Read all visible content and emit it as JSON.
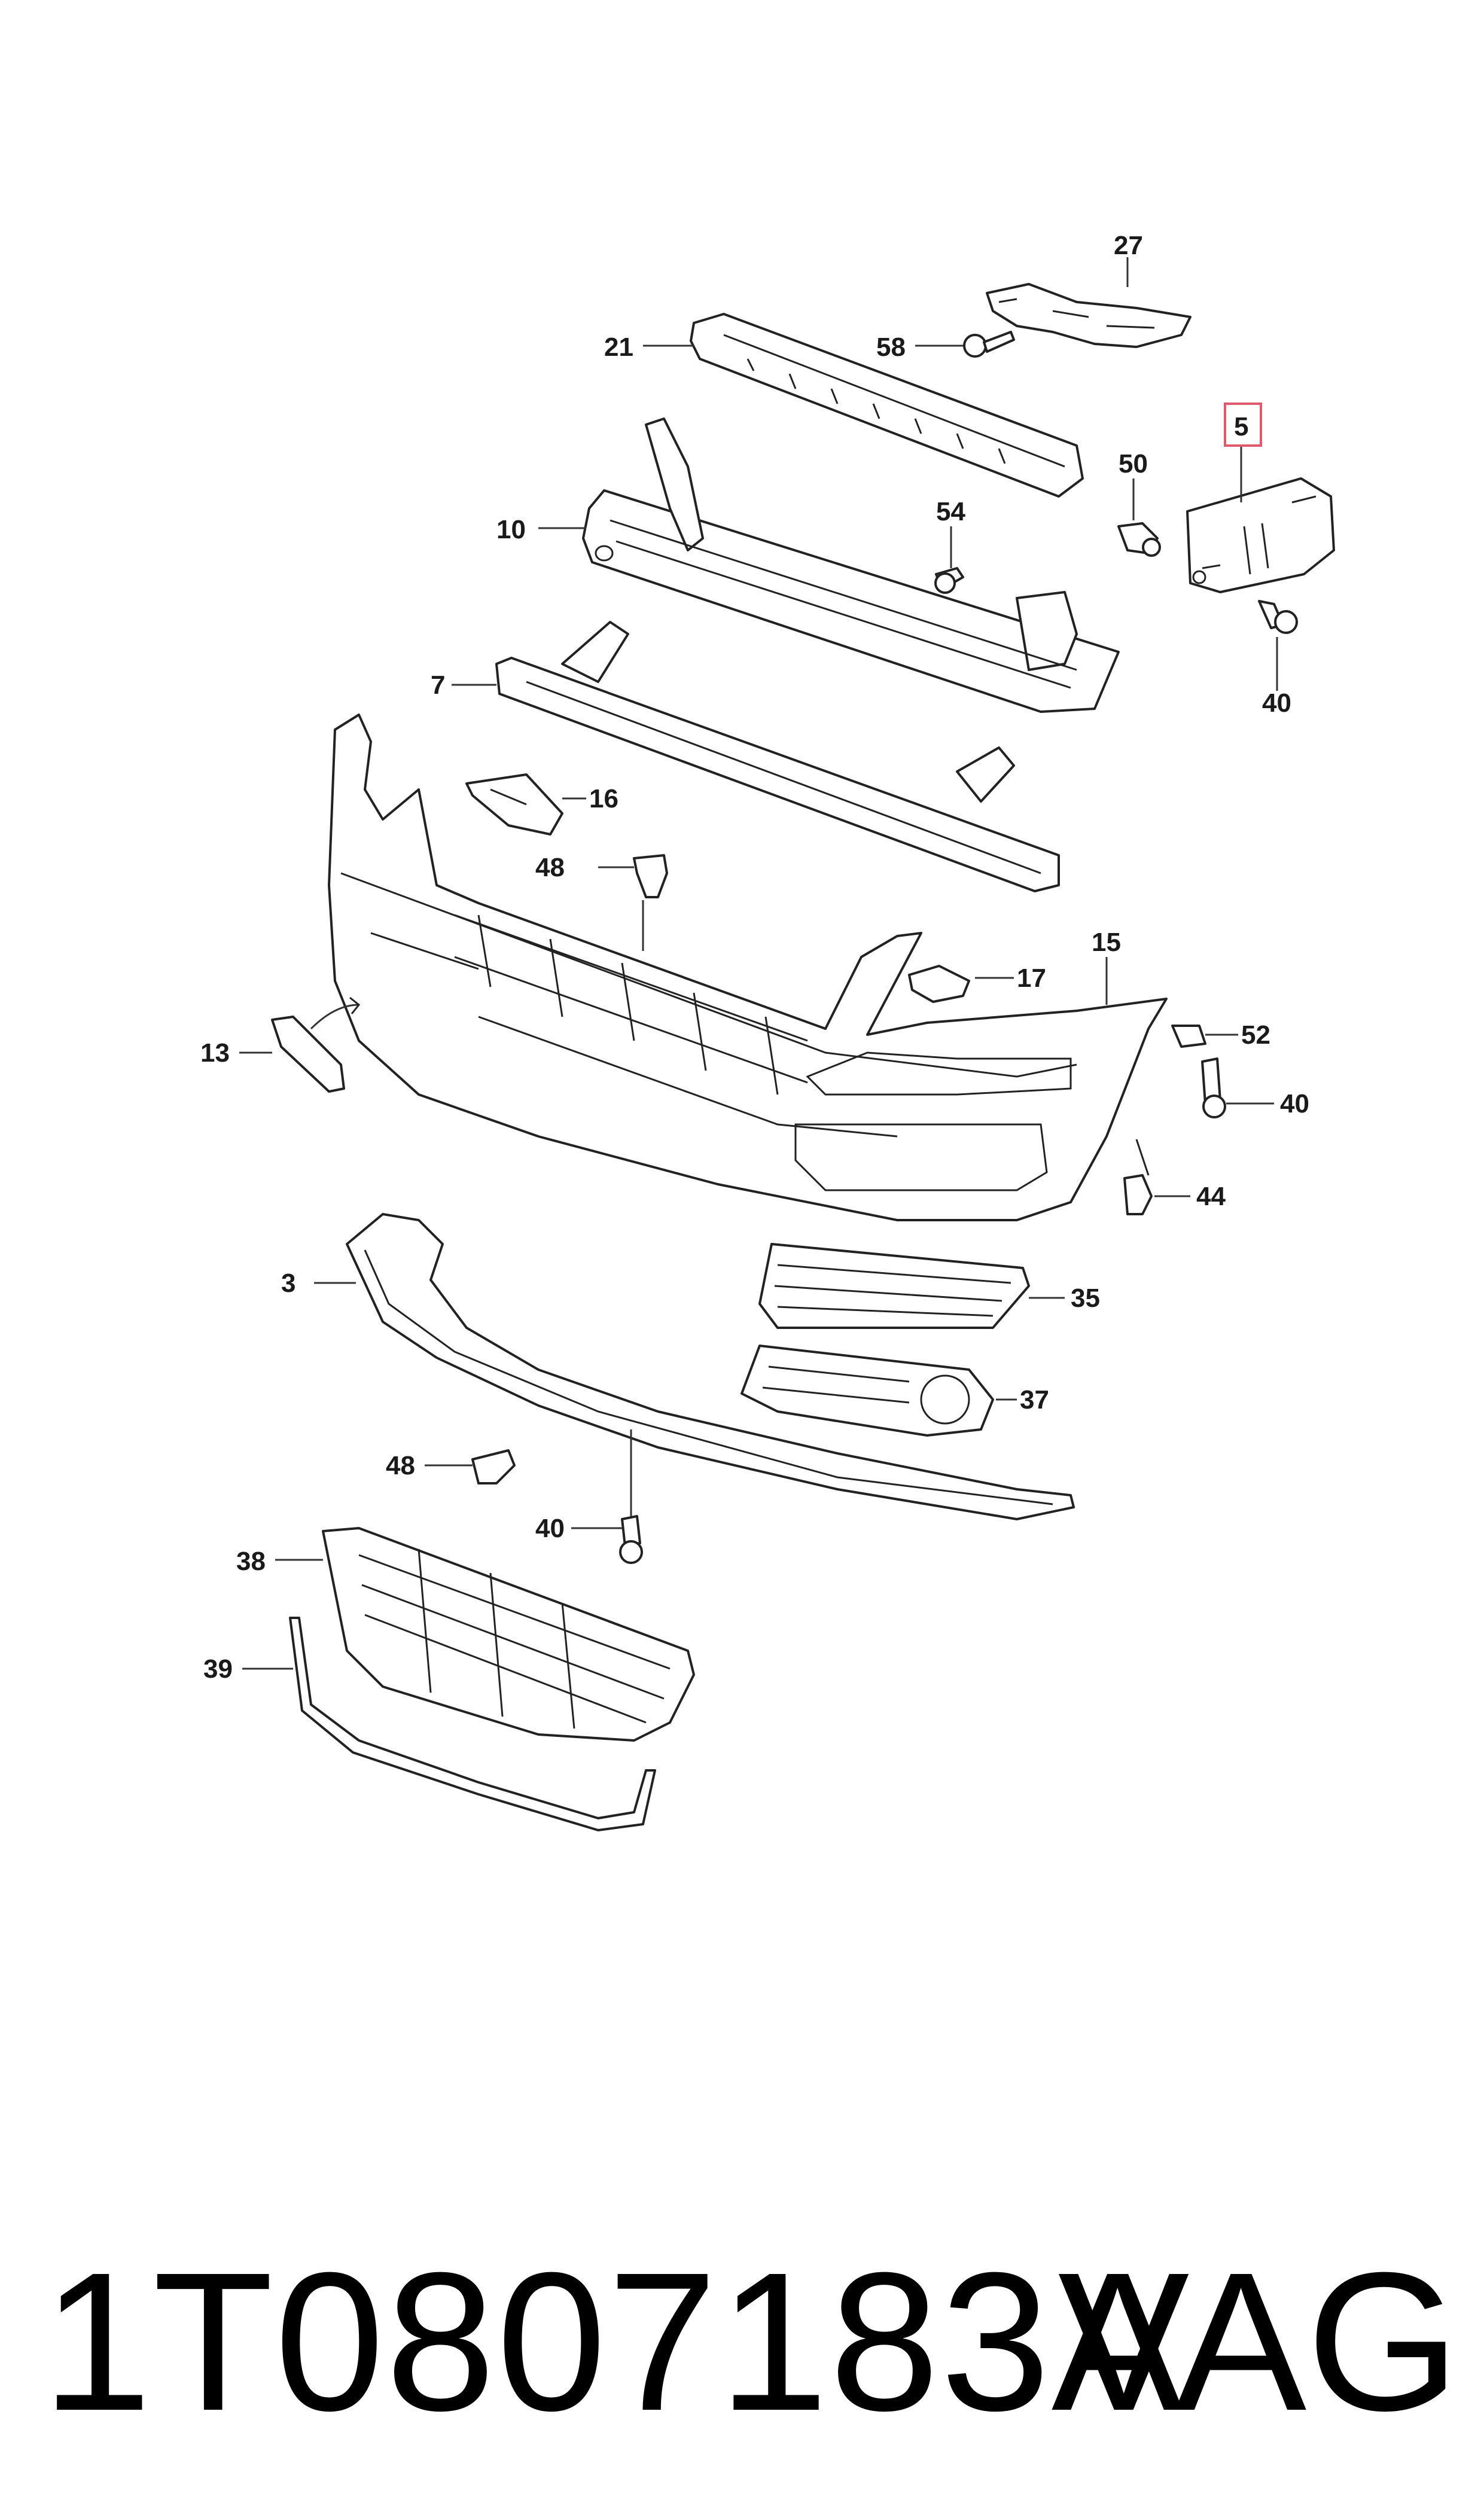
{
  "labels": {
    "p27": "27",
    "p21": "21",
    "p58": "58",
    "p5": "5",
    "p50": "50",
    "p54": "54",
    "p10": "10",
    "p40a": "40",
    "p7": "7",
    "p16": "16",
    "p48a": "48",
    "p15": "15",
    "p17": "17",
    "p52": "52",
    "p40b": "40",
    "p13": "13",
    "p44": "44",
    "p3": "3",
    "p35": "35",
    "p37": "37",
    "p48b": "48",
    "p40c": "40",
    "p38": "38",
    "p39": "39"
  },
  "highlight_color": "#e05a6e",
  "footer": {
    "part_number": "1T0807183A",
    "brand": "VAG"
  }
}
